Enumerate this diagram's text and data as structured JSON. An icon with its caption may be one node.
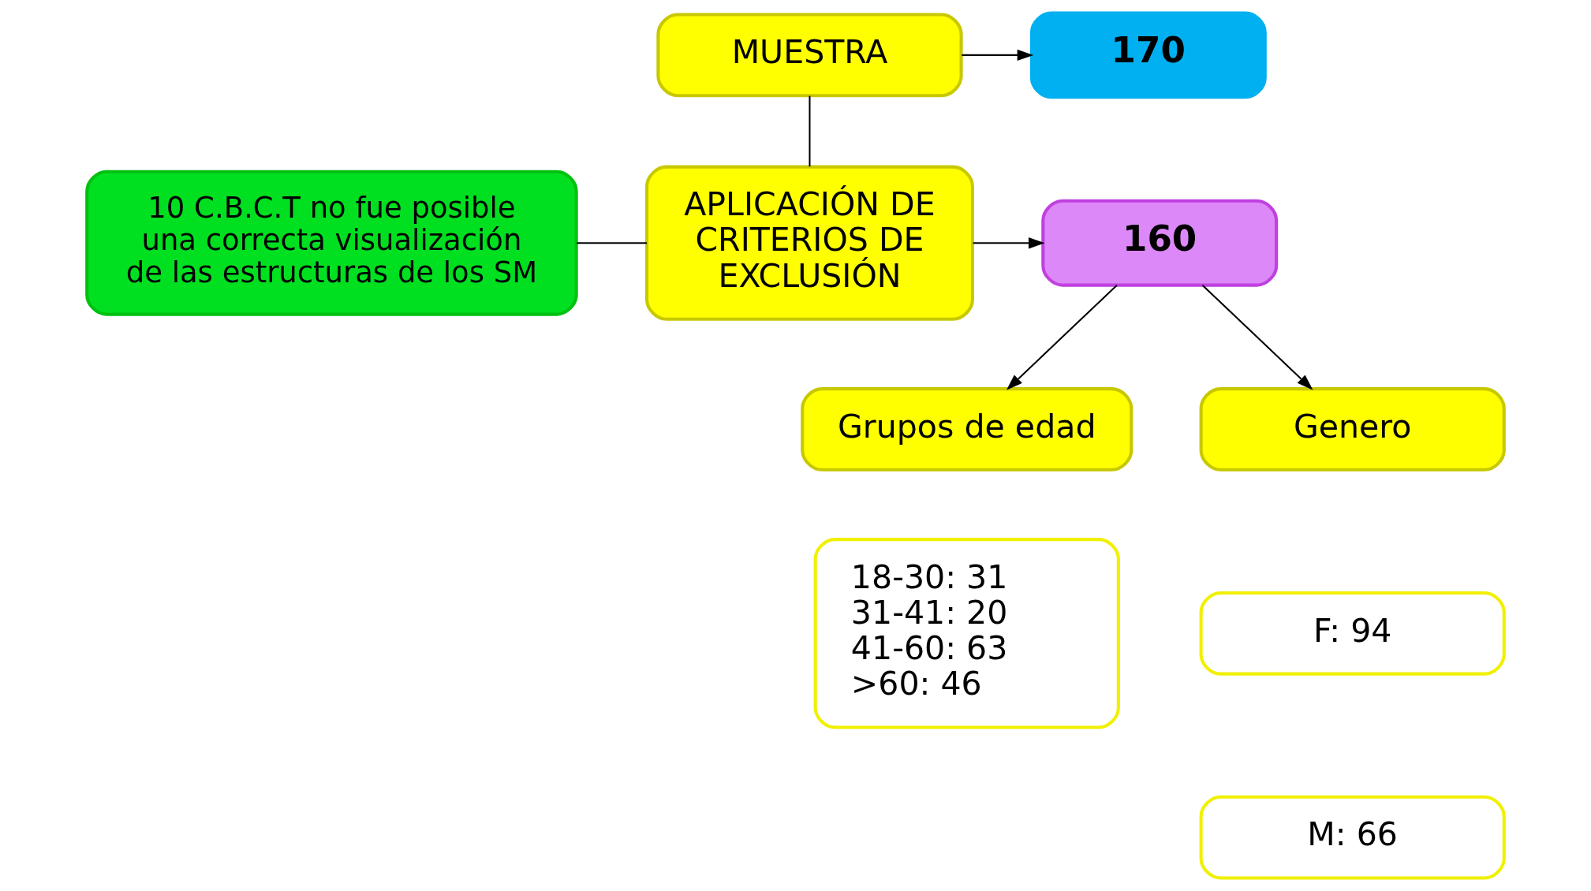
{
  "diagram": {
    "nodes": [
      {
        "text": [
          "MUESTRA"
        ]
      },
      {
        "text": [
          "170"
        ]
      },
      {
        "text": [
          "10 C.B.C.T no fue posible una correcta visualización de las estructuras de los SM"
        ]
      },
      {
        "text": [
          "APLICACIÓN DE CRITERIOS DE EXCLUSIÓN"
        ]
      },
      {
        "text": [
          "160"
        ]
      },
      {
        "text": [
          "Grupos de edad"
        ]
      },
      {
        "text": [
          "Genero"
        ]
      },
      {
        "text": [
          "18-30: 31",
          "31-41: 20",
          "41-60: 63",
          ">60: 46"
        ]
      },
      {
        "text": [
          "F: 94"
        ]
      },
      {
        "text": [
          "M: 66"
        ]
      }
    ],
    "edges": [
      {
        "from": 0,
        "to": 1,
        "arrow": "to"
      },
      {
        "from": 0,
        "to": 3,
        "arrow": "none"
      },
      {
        "from": 2,
        "to": 3,
        "arrow": "none"
      },
      {
        "from": 3,
        "to": 4,
        "arrow": "to"
      },
      {
        "from": 4,
        "to": 5,
        "arrow": "to"
      },
      {
        "from": 4,
        "to": 6,
        "arrow": "to"
      }
    ]
  }
}
